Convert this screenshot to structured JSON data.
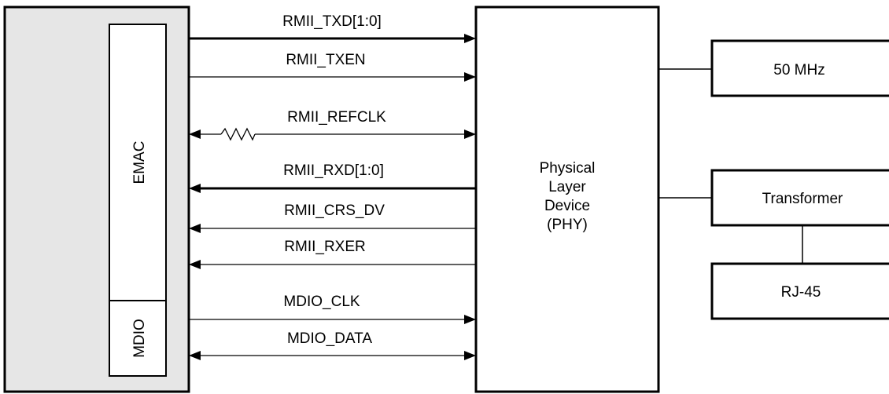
{
  "diagram": {
    "emac_label": "EMAC",
    "mdio_label": "MDIO",
    "phy_lines": [
      "Physical",
      "Layer",
      "Device",
      "(PHY)"
    ],
    "clock_label": "50 MHz",
    "transformer_label": "Transformer",
    "rj45_label": "RJ-45",
    "signals": [
      {
        "id": "txd",
        "label": "RMII_TXD[1:0]",
        "direction": "to-phy",
        "bus": true
      },
      {
        "id": "txen",
        "label": "RMII_TXEN",
        "direction": "to-phy",
        "bus": false
      },
      {
        "id": "refclk",
        "label": "RMII_REFCLK",
        "direction": "bidirectional",
        "bus": false
      },
      {
        "id": "rxd",
        "label": "RMII_RXD[1:0]",
        "direction": "to-emac",
        "bus": true
      },
      {
        "id": "crsdv",
        "label": "RMII_CRS_DV",
        "direction": "to-emac",
        "bus": false
      },
      {
        "id": "rxer",
        "label": "RMII_RXER",
        "direction": "to-emac",
        "bus": false
      },
      {
        "id": "mdioclk",
        "label": "MDIO_CLK",
        "direction": "to-phy",
        "bus": false
      },
      {
        "id": "mdiodata",
        "label": "MDIO_DATA",
        "direction": "bidirectional",
        "bus": false
      }
    ],
    "colors": {
      "line": "#000000",
      "emac_fill": "#e6e6e6",
      "box_fill": "#ffffff"
    }
  }
}
